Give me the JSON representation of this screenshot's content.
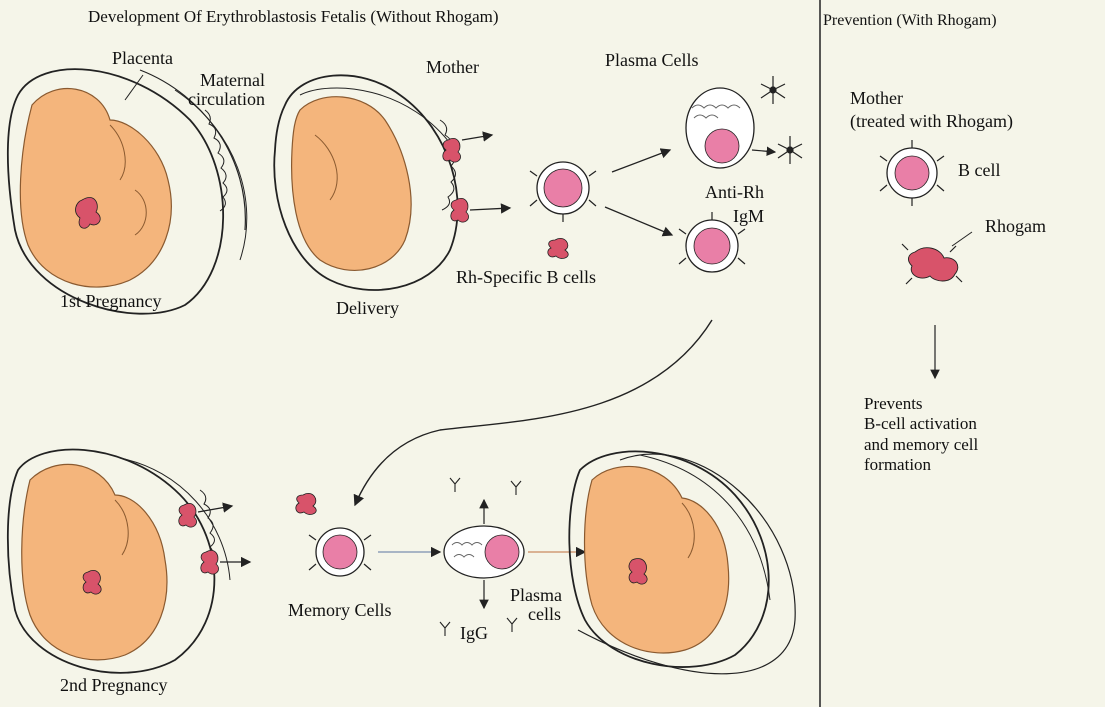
{
  "titles": {
    "main": "Development Of Erythroblastosis Fetalis (Without Rhogam)",
    "prevention": "Prevention (With Rhogam)"
  },
  "labels": {
    "placenta": "Placenta",
    "maternal": "Maternal",
    "circulation": "circulation",
    "mother": "Mother",
    "plasma_cells_top": "Plasma Cells",
    "anti_rh": "Anti-Rh",
    "igm": "IgM",
    "rh_specific_b_cells": "Rh-Specific B cells",
    "first_pregnancy": "1st Pregnancy",
    "delivery": "Delivery",
    "memory_cells": "Memory Cells",
    "plasma": "Plasma",
    "cells": "cells",
    "igg": "IgG",
    "second_pregnancy": "2nd Pregnancy"
  },
  "prevention": {
    "mother": "Mother",
    "treated": "(treated with Rhogam)",
    "b_cell": "B cell",
    "rhogam": "Rhogam",
    "result_lines": [
      "Prevents",
      "B-cell activation",
      "and memory cell",
      "formation"
    ]
  },
  "colors": {
    "background": "#f5f5e9",
    "fetus_skin": "#f4b57c",
    "cell_nucleus": "#e97fa7",
    "rh_antigen": "#d8536a",
    "line": "#222222"
  }
}
